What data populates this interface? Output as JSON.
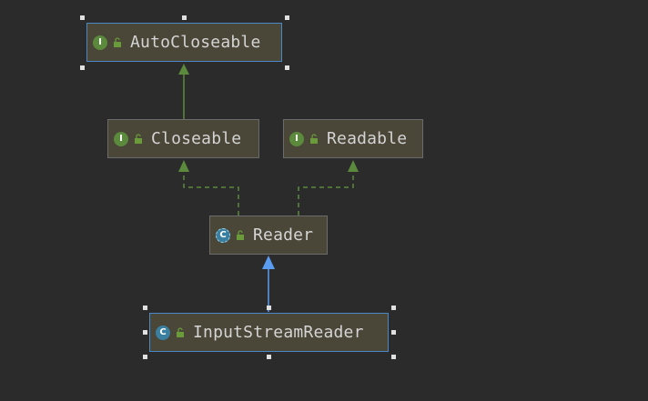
{
  "diagram": {
    "nodes": [
      {
        "id": "autocloseable",
        "label": "AutoCloseable",
        "kind": "interface",
        "kind_glyph": "I",
        "selected": true
      },
      {
        "id": "closeable",
        "label": "Closeable",
        "kind": "interface",
        "kind_glyph": "I",
        "selected": false
      },
      {
        "id": "readable",
        "label": "Readable",
        "kind": "interface",
        "kind_glyph": "I",
        "selected": false
      },
      {
        "id": "reader",
        "label": "Reader",
        "kind": "abstract-class",
        "kind_glyph": "C",
        "selected": false
      },
      {
        "id": "inputstreamreader",
        "label": "InputStreamReader",
        "kind": "class",
        "kind_glyph": "C",
        "selected": true
      }
    ],
    "edges": [
      {
        "from": "closeable",
        "to": "autocloseable",
        "type": "extends"
      },
      {
        "from": "reader",
        "to": "closeable",
        "type": "implements"
      },
      {
        "from": "reader",
        "to": "readable",
        "type": "implements"
      },
      {
        "from": "inputstreamreader",
        "to": "reader",
        "type": "extends-class"
      }
    ],
    "colors": {
      "background": "#2b2b2b",
      "node_fill": "#4a4638",
      "interface_edge": "#5b8a3c",
      "class_edge": "#5a9cf0",
      "selection_border": "#4a88c7"
    }
  }
}
